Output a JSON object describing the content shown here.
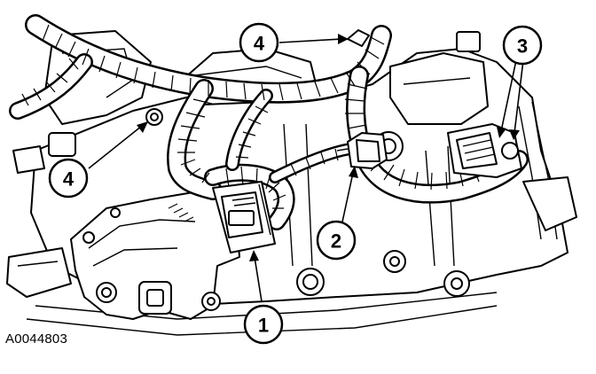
{
  "figure": {
    "id_label": "A0044803"
  },
  "callouts": [
    {
      "label": "1",
      "target": "transmission-range-sensor-connector"
    },
    {
      "label": "2",
      "target": "inline-connector"
    },
    {
      "label": "3",
      "target": "harness-end-connector"
    },
    {
      "label": "4",
      "target": "harness-retainer-top"
    },
    {
      "label": "4",
      "target": "harness-retainer-bolt"
    }
  ]
}
